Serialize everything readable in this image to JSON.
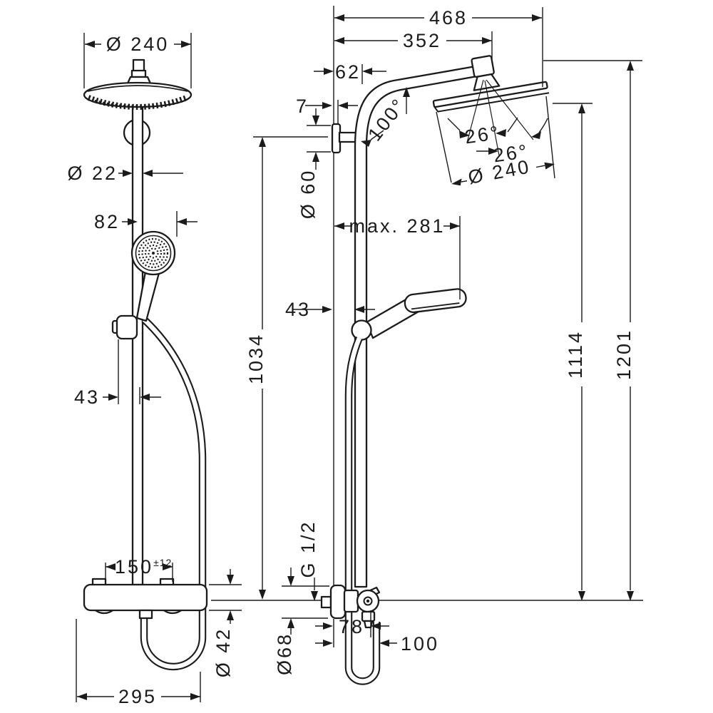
{
  "title": "Shower system technical dimension drawing",
  "colors": {
    "line": "#1b1b1b",
    "background": "#ffffff"
  },
  "labels": {
    "front": {
      "head_diameter": "Ø 240",
      "pipe_diameter": "Ø 22",
      "handshower_offset": "82",
      "holder_offset": "43",
      "connection_distance": "150",
      "connection_tolerance": "±12",
      "valve_diameter": "Ø 42",
      "base_width": "295"
    },
    "side": {
      "total_reach": "468",
      "arm_reach": "352",
      "riser_offset": "62",
      "bracket_gap": "7",
      "arm_angle": "100°",
      "head_tilt_a": "26°",
      "head_tilt_b": "26°",
      "head_diameter": "Ø 240",
      "bracket_diameter": "Ø 60",
      "max_reach": "max. 281",
      "holder_offset": "43",
      "riser_height": "1034",
      "arm_height": "1114",
      "total_height": "1201",
      "thread": "G 1/2",
      "escutcheon_diameter": "Ø68",
      "valve_depth": "78",
      "hose_offset": "100"
    }
  }
}
